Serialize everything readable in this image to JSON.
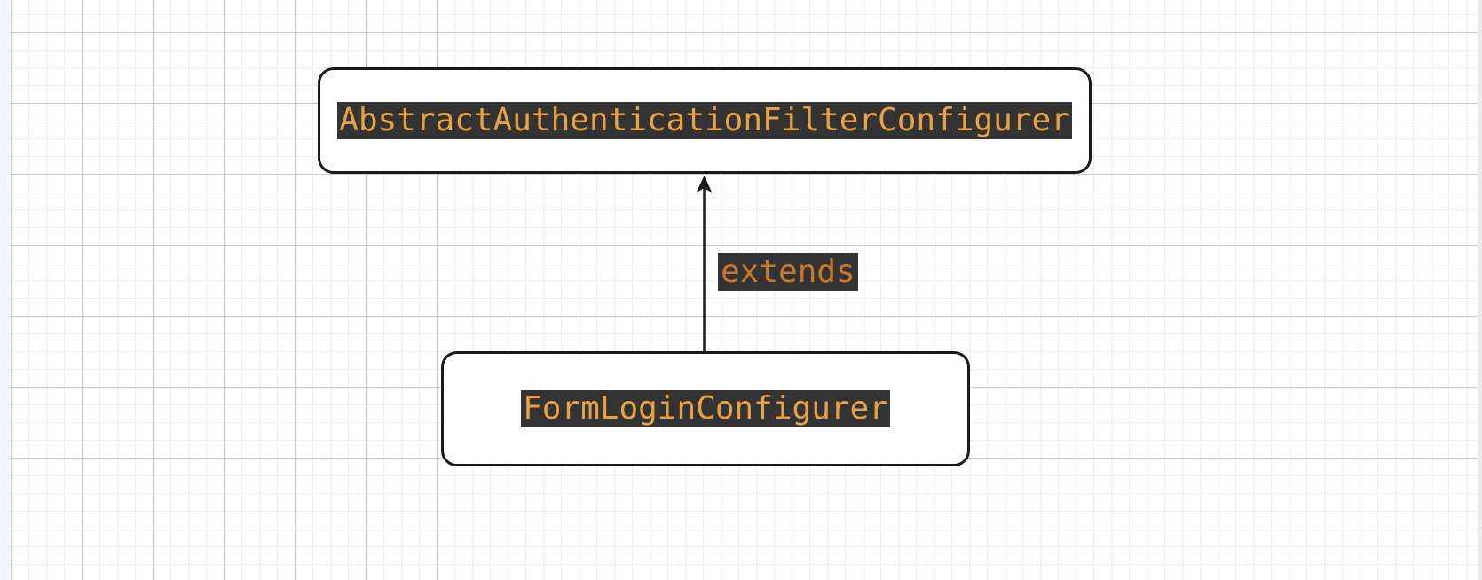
{
  "diagram": {
    "type": "class-inheritance",
    "nodes": [
      {
        "id": "parent",
        "label": "AbstractAuthenticationFilterConfigurer"
      },
      {
        "id": "child",
        "label": "FormLoginConfigurer"
      }
    ],
    "edges": [
      {
        "from": "FormLoginConfigurer",
        "to": "AbstractAuthenticationFilterConfigurer",
        "label": "extends",
        "arrow_direction": "up"
      }
    ]
  },
  "colors": {
    "node_text": "#e8a243",
    "edge_label_text": "#c9772b",
    "label_bg": "#333333",
    "node_border": "#1a1a1a",
    "node_fill": "#ffffff",
    "arrow": "#1b1b1b",
    "canvas_bg": "#ffffff",
    "grid_minor": "#efefef",
    "grid_major": "#cdcdcd",
    "left_panel_edge": "#f2f5f9"
  }
}
